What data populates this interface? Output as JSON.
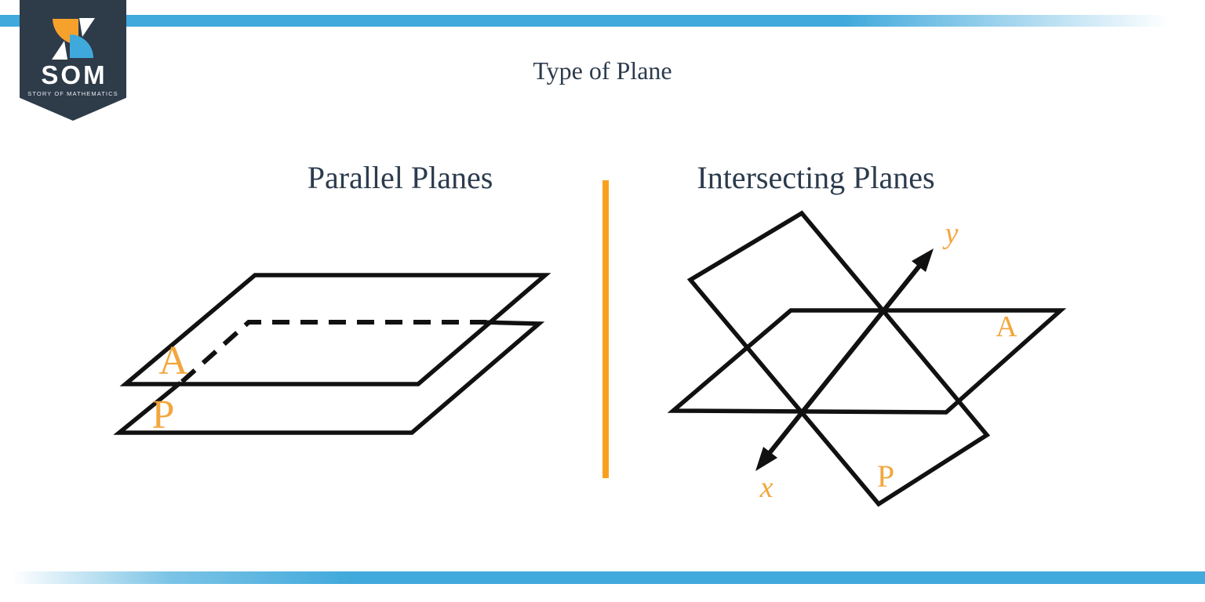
{
  "logo": {
    "word": "SOM",
    "tagline": "STORY OF MATHEMATICS",
    "colors": {
      "banner_navy": "#2e3b49",
      "pinwheel_orange": "#f5a12b",
      "pinwheel_blue": "#3fa9dc",
      "text": "#ffffff"
    }
  },
  "title": "Type of Plane",
  "left_section": {
    "heading": "Parallel Planes",
    "top_plane_label": "A",
    "bottom_plane_label": "P"
  },
  "right_section": {
    "heading": "Intersecting Planes",
    "axis_up_label": "y",
    "axis_down_label": "x",
    "horizontal_plane_label": "A",
    "tilted_plane_label": "P"
  },
  "colors": {
    "heading_text": "#2c3b4d",
    "diagram_line": "#111111",
    "label_orange": "#f2a63c",
    "divider_orange": "#f9a11f",
    "bar_blue": "#41a9dc"
  }
}
